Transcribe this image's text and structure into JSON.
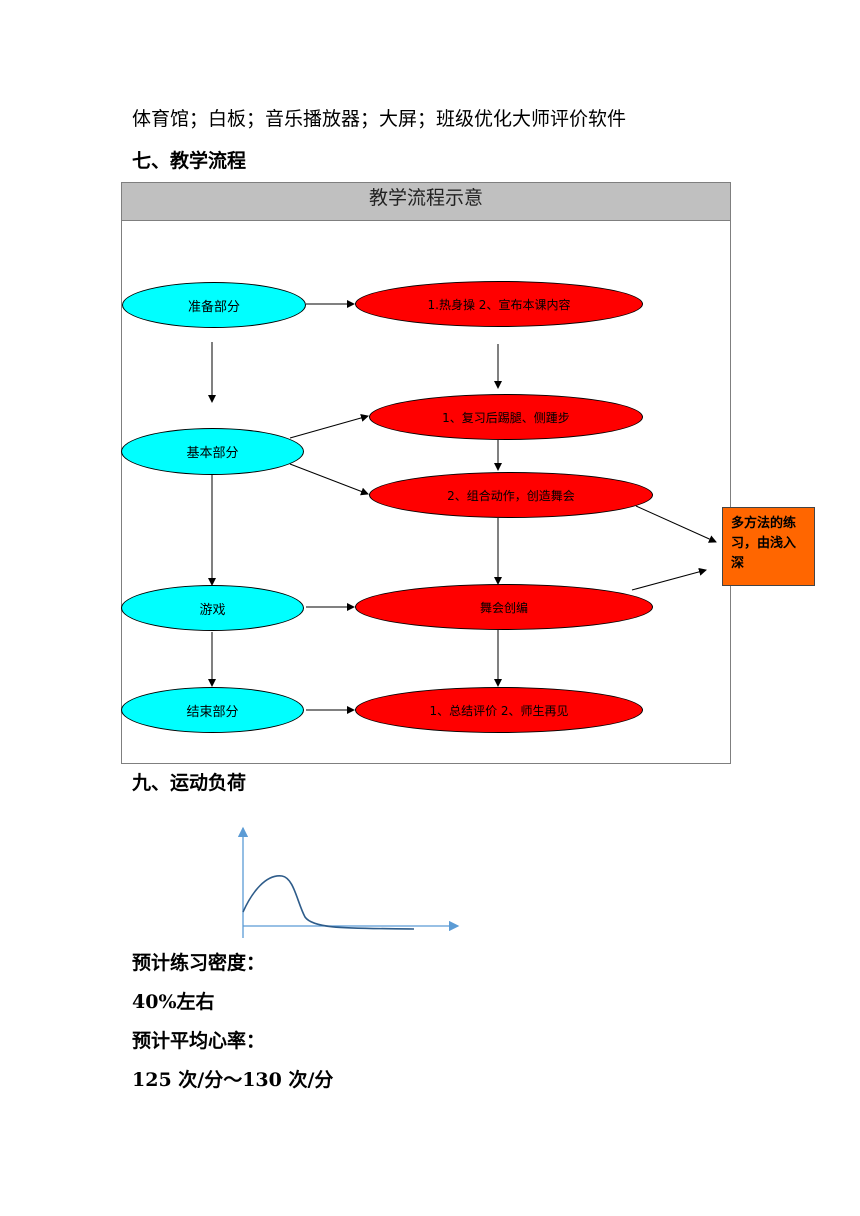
{
  "equipment_line": "体育馆；白板；音乐播放器；大屏；班级优化大师评价软件",
  "section7_heading": "七、教学流程",
  "flowchart": {
    "title": "教学流程示意",
    "stages": {
      "prep": "准备部分",
      "basic": "基本部分",
      "game": "游戏",
      "end": "结束部分"
    },
    "activities": {
      "warmup": "1.热身操    2、宣布本课内容",
      "review": "1、复习后踢腿、侧踵步",
      "combine": "2、组合动作，创造舞会",
      "dance": "舞会创编",
      "summary": "1、总结评价 2、师生再见"
    },
    "side_note": "多方法的练习，由浅入深",
    "colors": {
      "stage_fill": "#00ffff",
      "activity_fill": "#ff0000",
      "note_fill": "#ff6600",
      "title_bar": "#c0c0c0"
    }
  },
  "section9_heading": "九、运动负荷",
  "load_curve": {
    "description_type": "line",
    "axis_color": "#5b9bd5",
    "curve_color": "#2e5c8a"
  },
  "density_label": "预计练习密度：",
  "density_value": "40%左右",
  "heart_rate_label": "预计平均心率：",
  "heart_rate_value": "125 次/分～130 次/分"
}
